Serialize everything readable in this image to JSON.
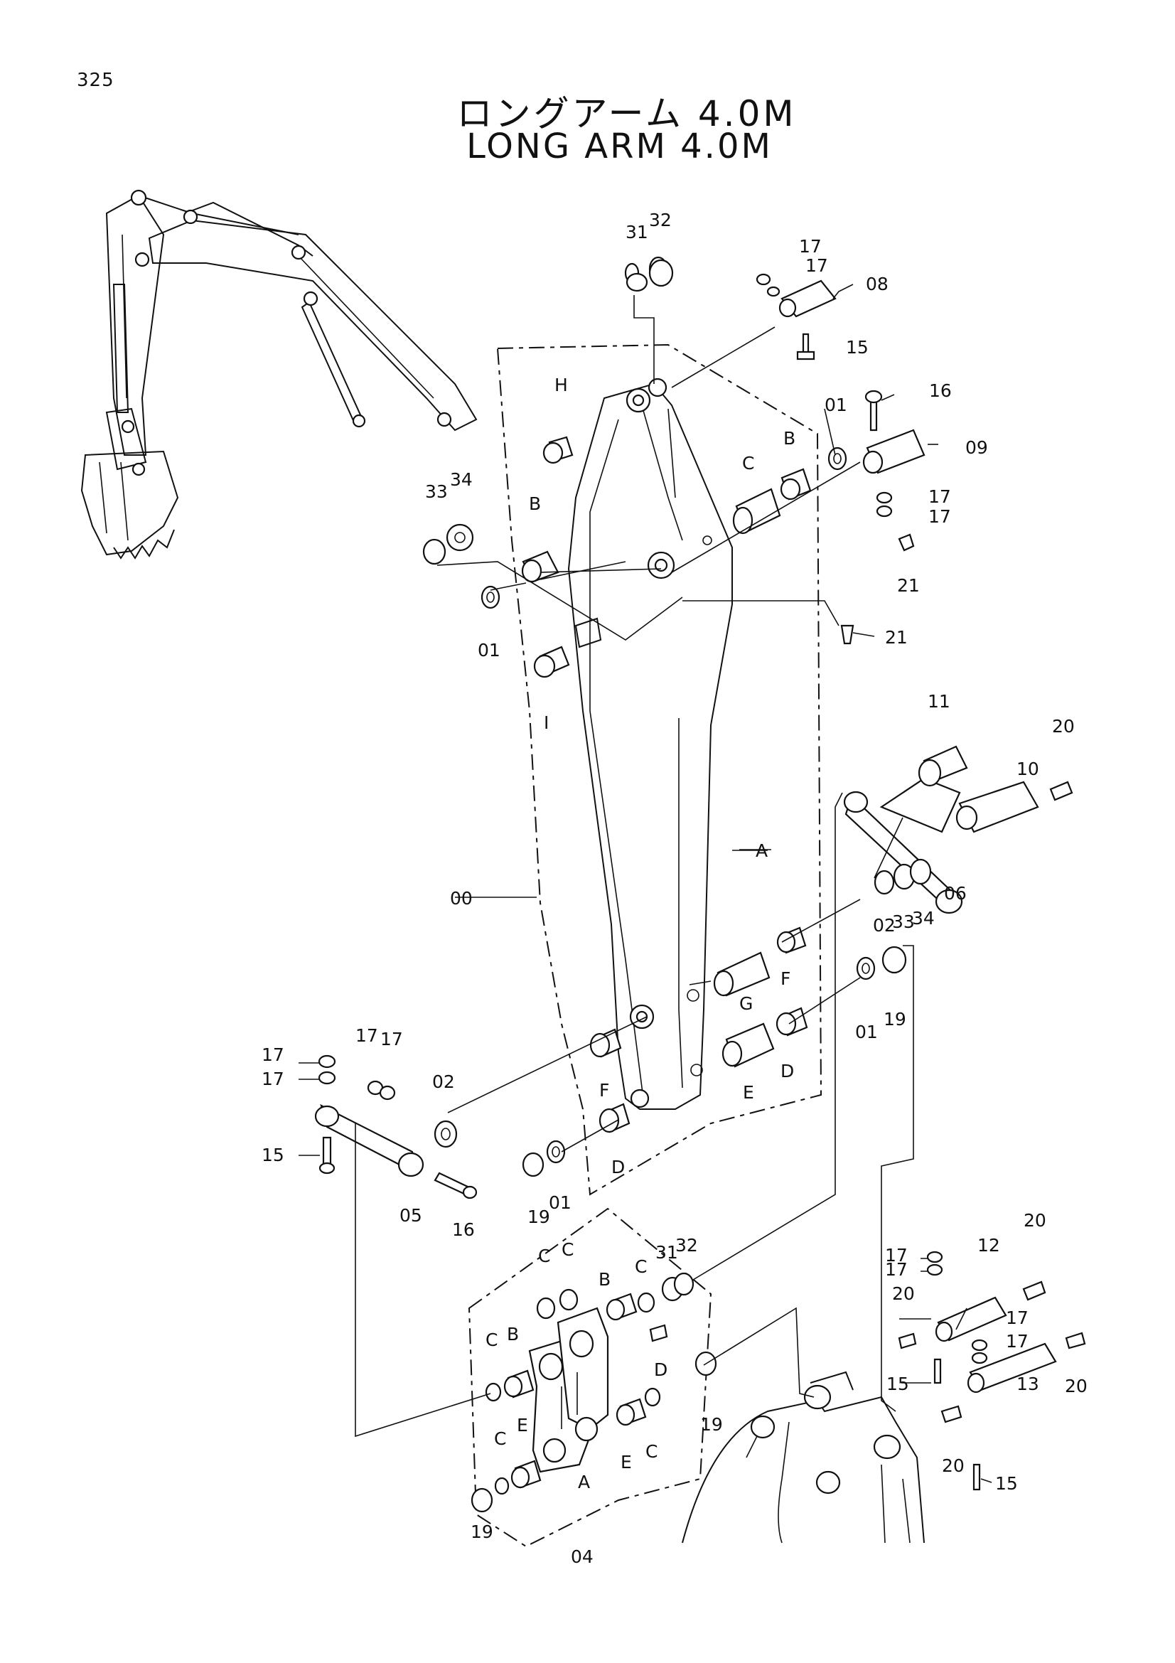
{
  "page_number": "325",
  "title_jp": "ロングアーム 4.0M",
  "title_en": "LONG ARM 4.0M",
  "callouts": [
    {
      "id": "c31a",
      "text": "31"
    },
    {
      "id": "c32a",
      "text": "32"
    },
    {
      "id": "c17a",
      "text": "17"
    },
    {
      "id": "c17b",
      "text": "17"
    },
    {
      "id": "c08",
      "text": "08"
    },
    {
      "id": "c15a",
      "text": "15"
    },
    {
      "id": "cH",
      "text": "H"
    },
    {
      "id": "c16a",
      "text": "16"
    },
    {
      "id": "c01a",
      "text": "01"
    },
    {
      "id": "cBa",
      "text": "B"
    },
    {
      "id": "cCa",
      "text": "C"
    },
    {
      "id": "c09",
      "text": "09"
    },
    {
      "id": "c17c",
      "text": "17"
    },
    {
      "id": "c17d",
      "text": "17"
    },
    {
      "id": "c33a",
      "text": "33"
    },
    {
      "id": "c34a",
      "text": "34"
    },
    {
      "id": "cBb",
      "text": "B"
    },
    {
      "id": "c21a",
      "text": "21"
    },
    {
      "id": "c21b",
      "text": "21"
    },
    {
      "id": "c01b",
      "text": "01"
    },
    {
      "id": "cI",
      "text": "I"
    },
    {
      "id": "c11",
      "text": "11"
    },
    {
      "id": "c20a",
      "text": "20"
    },
    {
      "id": "c10",
      "text": "10"
    },
    {
      "id": "cAa",
      "text": "A"
    },
    {
      "id": "c00",
      "text": "00"
    },
    {
      "id": "c02a",
      "text": "02"
    },
    {
      "id": "c33b",
      "text": "33"
    },
    {
      "id": "c34b",
      "text": "34"
    },
    {
      "id": "c06",
      "text": "06"
    },
    {
      "id": "cFa",
      "text": "F"
    },
    {
      "id": "cG",
      "text": "G"
    },
    {
      "id": "c01c",
      "text": "01"
    },
    {
      "id": "c19a",
      "text": "19"
    },
    {
      "id": "cDa",
      "text": "D"
    },
    {
      "id": "cE",
      "text": "E"
    },
    {
      "id": "cFb",
      "text": "F"
    },
    {
      "id": "c17e",
      "text": "17"
    },
    {
      "id": "c17f",
      "text": "17"
    },
    {
      "id": "c17g",
      "text": "17"
    },
    {
      "id": "c17h",
      "text": "17"
    },
    {
      "id": "c02b",
      "text": "02"
    },
    {
      "id": "c15b",
      "text": "15"
    },
    {
      "id": "cDb",
      "text": "D"
    },
    {
      "id": "c19b",
      "text": "19"
    },
    {
      "id": "c01d",
      "text": "01"
    },
    {
      "id": "c05",
      "text": "05"
    },
    {
      "id": "c16b",
      "text": "16"
    },
    {
      "id": "cCb",
      "text": "C"
    },
    {
      "id": "cCc",
      "text": "C"
    },
    {
      "id": "c31b",
      "text": "31"
    },
    {
      "id": "c32b",
      "text": "32"
    },
    {
      "id": "cBc",
      "text": "B"
    },
    {
      "id": "cCd",
      "text": "C"
    },
    {
      "id": "c20b",
      "text": "20"
    },
    {
      "id": "c12",
      "text": "12"
    },
    {
      "id": "c17i",
      "text": "17"
    },
    {
      "id": "c17j",
      "text": "17"
    },
    {
      "id": "cCe",
      "text": "C"
    },
    {
      "id": "cBd",
      "text": "B"
    },
    {
      "id": "cDc",
      "text": "D"
    },
    {
      "id": "c20c",
      "text": "20"
    },
    {
      "id": "c17k",
      "text": "17"
    },
    {
      "id": "c17l",
      "text": "17"
    },
    {
      "id": "c19c",
      "text": "19"
    },
    {
      "id": "c15c",
      "text": "15"
    },
    {
      "id": "cEb",
      "text": "E"
    },
    {
      "id": "cEc",
      "text": "E"
    },
    {
      "id": "cCf",
      "text": "C"
    },
    {
      "id": "c20d",
      "text": "20"
    },
    {
      "id": "cCg",
      "text": "C"
    },
    {
      "id": "cAb",
      "text": "A"
    },
    {
      "id": "c13",
      "text": "13"
    },
    {
      "id": "c20e",
      "text": "20"
    },
    {
      "id": "c15d",
      "text": "15"
    },
    {
      "id": "c19d",
      "text": "19"
    },
    {
      "id": "c04",
      "text": "04"
    }
  ]
}
